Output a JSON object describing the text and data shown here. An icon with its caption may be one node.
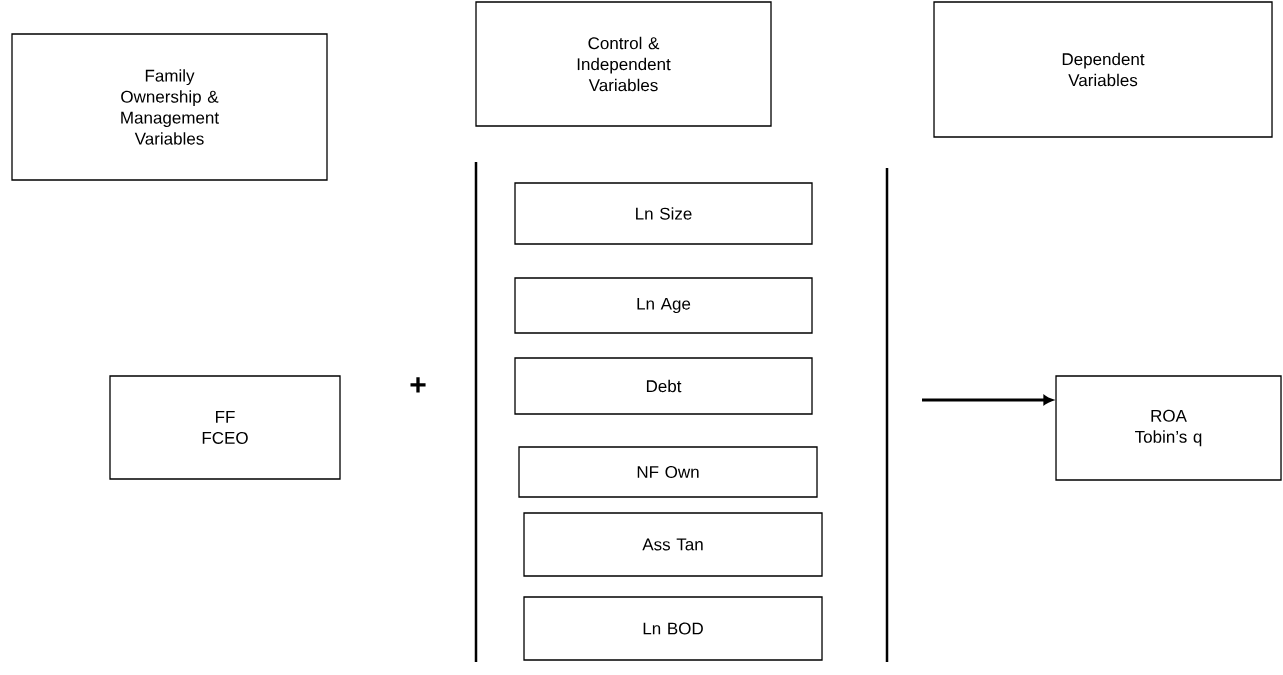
{
  "diagram": {
    "nodes": [
      {
        "text": [
          "Family Ownership & Management Variables"
        ]
      },
      {
        "text": [
          "Control & Independent Variables"
        ]
      },
      {
        "text": [
          "Dependent Variables"
        ]
      },
      {
        "text": [
          "Ln Size"
        ]
      },
      {
        "text": [
          "Ln Age"
        ]
      },
      {
        "text": [
          "Debt"
        ]
      },
      {
        "text": [
          "NF Own"
        ]
      },
      {
        "text": [
          "Ass Tan"
        ]
      },
      {
        "text": [
          "Ln BOD"
        ]
      },
      {
        "text": [
          "FF",
          "FCEO"
        ]
      },
      {
        "text": [
          "ROA",
          "Tobin’s q"
        ]
      }
    ],
    "edges": [
      {
        "from": null,
        "to": 10,
        "arrow": "to"
      }
    ],
    "labels": [
      "+"
    ]
  }
}
